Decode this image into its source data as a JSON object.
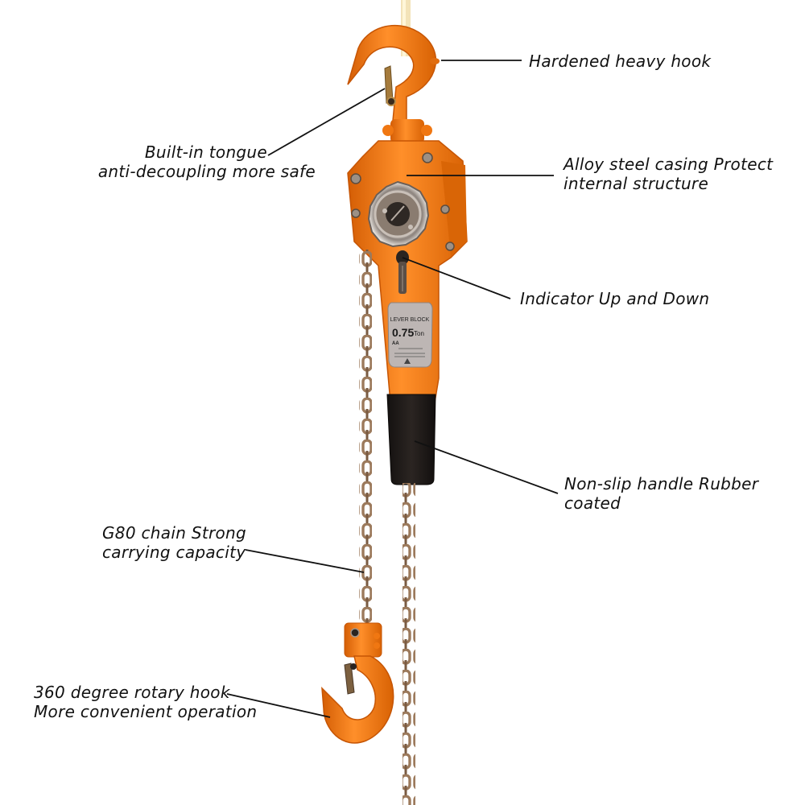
{
  "product": {
    "plate": {
      "title": "LEVER BLOCK",
      "capacity": "0.75",
      "unit": "Ton",
      "grade": "AA"
    }
  },
  "colors": {
    "body_orange": "#f47a12",
    "body_orange_dark": "#d45e05",
    "body_orange_light": "#ff9a3a",
    "chain": "#9c7a5c",
    "chain_dark": "#5e4634",
    "grip": "#1f1a18",
    "plate": "#bdb6b4",
    "line": "#111111"
  },
  "callouts": [
    {
      "id": "hook",
      "lines": [
        "Hardened heavy hook"
      ]
    },
    {
      "id": "tongue",
      "lines": [
        "Built-in tongue",
        "anti-decoupling more safe"
      ]
    },
    {
      "id": "casing",
      "lines": [
        "Alloy steel casing Protect",
        "internal structure"
      ]
    },
    {
      "id": "indicator",
      "lines": [
        "Indicator Up and Down"
      ]
    },
    {
      "id": "handle",
      "lines": [
        "Non-slip handle Rubber",
        "coated"
      ]
    },
    {
      "id": "chain",
      "lines": [
        "G80 chain Strong",
        "carrying capacity"
      ]
    },
    {
      "id": "rotary",
      "lines": [
        "360 degree rotary hook",
        "More convenient operation"
      ]
    }
  ]
}
